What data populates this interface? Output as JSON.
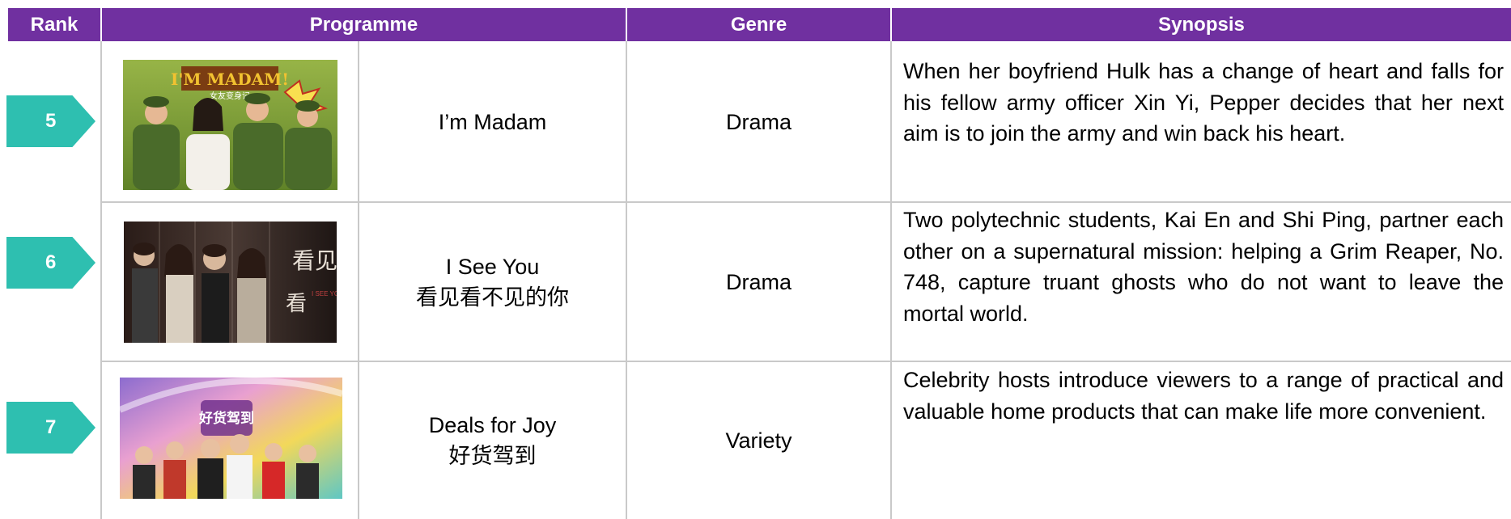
{
  "header": {
    "rank": "Rank",
    "programme": "Programme",
    "genre": "Genre",
    "synopsis": "Synopsis"
  },
  "rows": [
    {
      "rank": "5",
      "title": "I’m Madam",
      "title_zh": "",
      "genre": "Drama",
      "synopsis": "When her boyfriend Hulk has a change of heart and falls for his fellow army officer Xin Yi, Pepper decides that her next aim is to join the army and win back his heart.",
      "thumbnail_logo": "I'M MADAM!",
      "thumbnail_sub": "女友变身记"
    },
    {
      "rank": "6",
      "title": "I See You",
      "title_zh": "看见看不见的你",
      "genre": "Drama",
      "synopsis": "Two polytechnic students, Kai En and Shi Ping, partner each other on a supernatural mission: helping a Grim Reaper, No. 748, capture truant ghosts who do not want to leave the mortal world.",
      "thumbnail_logo": "看见"
    },
    {
      "rank": "7",
      "title": "Deals for Joy",
      "title_zh": "好货驾到",
      "genre": "Variety",
      "synopsis": "Celebrity hosts introduce viewers to a range of practical and valuable home products that can make life more convenient.",
      "thumbnail_logo": "好货驾到"
    }
  ],
  "colors": {
    "header_bg": "#7030a0",
    "rank_arrow": "#2ebfb0",
    "grid": "#c9c9c9"
  }
}
